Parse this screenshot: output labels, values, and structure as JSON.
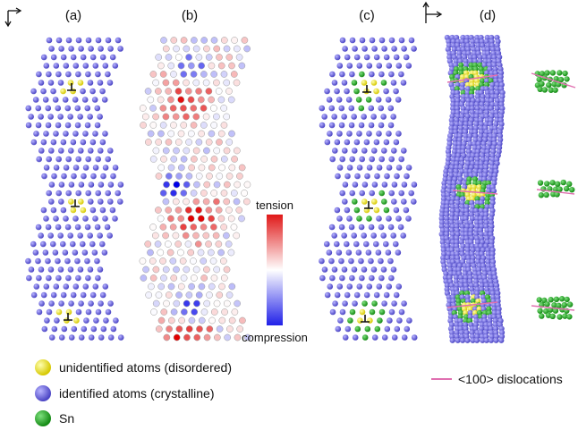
{
  "panels": [
    {
      "label": "(a)"
    },
    {
      "label": "(b)"
    },
    {
      "label": "(c)"
    },
    {
      "label": "(d)"
    }
  ],
  "colorbar": {
    "top_label": "tension",
    "bottom_label": "compression"
  },
  "legend": {
    "items": [
      {
        "text": "unidentified atoms (disordered)",
        "color": "#e8e020"
      },
      {
        "text": "identified atoms (crystalline)",
        "color": "#4848c8"
      },
      {
        "text": "Sn",
        "color": "#22a022"
      }
    ],
    "dislocation": {
      "text": "<100> dislocations",
      "color": "#e070b0"
    }
  },
  "colors": {
    "crystalline": "#6a63d8",
    "disordered": "#e8e020",
    "sn": "#22a022",
    "tension": "#e01818",
    "compression": "#2020e8",
    "dislocation_line": "#e070b0"
  }
}
